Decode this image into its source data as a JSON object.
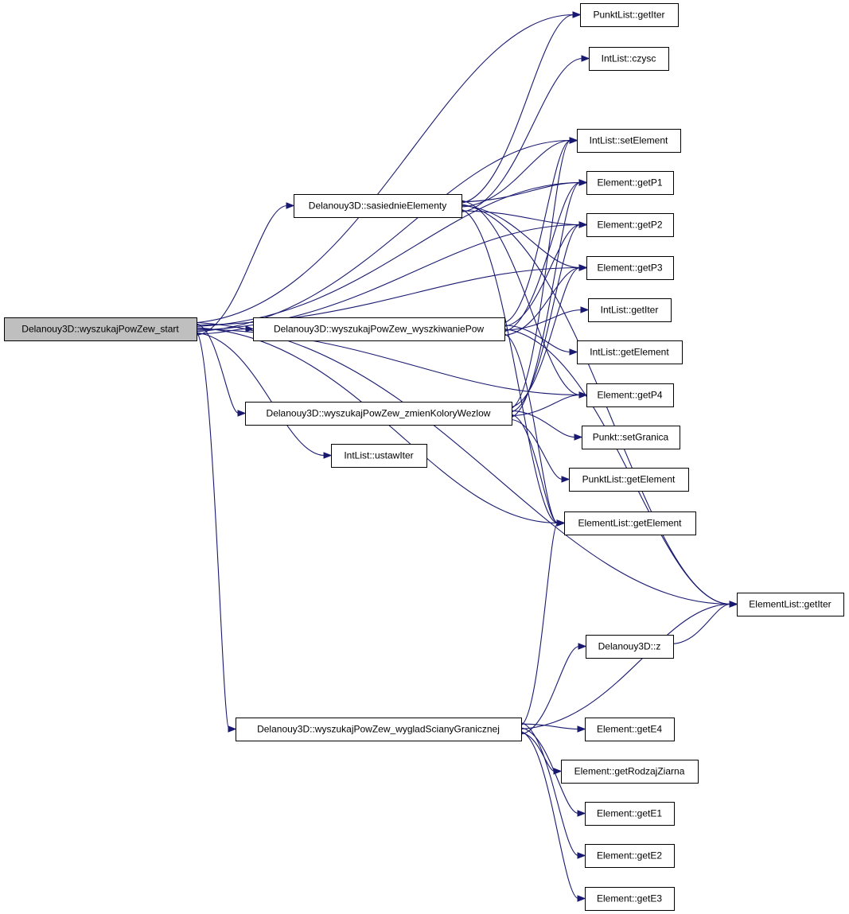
{
  "edge_color": "#191970",
  "root_fill": "#bfbfbf",
  "nodes": [
    {
      "id": "start",
      "label": "Delanouy3D::wyszukajPowZew_start",
      "root": true
    },
    {
      "id": "sasiednie",
      "label": "Delanouy3D::sasiednieElementy"
    },
    {
      "id": "wyszkiwanie",
      "label": "Delanouy3D::wyszukajPowZew_wyszkiwaniePow"
    },
    {
      "id": "zmien",
      "label": "Delanouy3D::wyszukajPowZew_zmienKoloryWezlow"
    },
    {
      "id": "ustawIter",
      "label": "IntList::ustawIter"
    },
    {
      "id": "wyglad",
      "label": "Delanouy3D::wyszukajPowZew_wygladScianyGranicznej"
    },
    {
      "id": "punktGetIter",
      "label": "PunktList::getIter"
    },
    {
      "id": "czysc",
      "label": "IntList::czysc"
    },
    {
      "id": "setElement",
      "label": "IntList::setElement"
    },
    {
      "id": "getP1",
      "label": "Element::getP1"
    },
    {
      "id": "getP2",
      "label": "Element::getP2"
    },
    {
      "id": "getP3",
      "label": "Element::getP3"
    },
    {
      "id": "intGetIter",
      "label": "IntList::getIter"
    },
    {
      "id": "intGetElement",
      "label": "IntList::getElement"
    },
    {
      "id": "getP4",
      "label": "Element::getP4"
    },
    {
      "id": "setGranica",
      "label": "Punkt::setGranica"
    },
    {
      "id": "punktGetElement",
      "label": "PunktList::getElement"
    },
    {
      "id": "elemListGetElement",
      "label": "ElementList::getElement"
    },
    {
      "id": "elemListGetIter",
      "label": "ElementList::getIter"
    },
    {
      "id": "z",
      "label": "Delanouy3D::z"
    },
    {
      "id": "getE4",
      "label": "Element::getE4"
    },
    {
      "id": "getRodzaj",
      "label": "Element::getRodzajZiarna"
    },
    {
      "id": "getE1",
      "label": "Element::getE1"
    },
    {
      "id": "getE2",
      "label": "Element::getE2"
    },
    {
      "id": "getE3",
      "label": "Element::getE3"
    }
  ],
  "edges": [
    [
      "start",
      "punktGetIter"
    ],
    [
      "start",
      "setElement"
    ],
    [
      "start",
      "getP1"
    ],
    [
      "start",
      "sasiednie"
    ],
    [
      "start",
      "getP2"
    ],
    [
      "start",
      "getP3"
    ],
    [
      "start",
      "wyszkiwanie"
    ],
    [
      "start",
      "getP4"
    ],
    [
      "start",
      "zmien"
    ],
    [
      "start",
      "ustawIter"
    ],
    [
      "start",
      "elemListGetElement"
    ],
    [
      "start",
      "elemListGetIter"
    ],
    [
      "start",
      "wyglad"
    ],
    [
      "sasiednie",
      "punktGetIter"
    ],
    [
      "sasiednie",
      "czysc"
    ],
    [
      "sasiednie",
      "setElement"
    ],
    [
      "sasiednie",
      "getP1"
    ],
    [
      "sasiednie",
      "getP2"
    ],
    [
      "sasiednie",
      "getP3"
    ],
    [
      "sasiednie",
      "getP4"
    ],
    [
      "sasiednie",
      "elemListGetElement"
    ],
    [
      "sasiednie",
      "elemListGetIter"
    ],
    [
      "wyszkiwanie",
      "setElement"
    ],
    [
      "wyszkiwanie",
      "getP1"
    ],
    [
      "wyszkiwanie",
      "getP2"
    ],
    [
      "wyszkiwanie",
      "getP3"
    ],
    [
      "wyszkiwanie",
      "intGetIter"
    ],
    [
      "wyszkiwanie",
      "intGetElement"
    ],
    [
      "wyszkiwanie",
      "elemListGetElement"
    ],
    [
      "wyszkiwanie",
      "elemListGetIter"
    ],
    [
      "zmien",
      "setElement"
    ],
    [
      "zmien",
      "getP1"
    ],
    [
      "zmien",
      "getP2"
    ],
    [
      "zmien",
      "getP3"
    ],
    [
      "zmien",
      "getP4"
    ],
    [
      "zmien",
      "setGranica"
    ],
    [
      "zmien",
      "punktGetElement"
    ],
    [
      "zmien",
      "elemListGetElement"
    ],
    [
      "wyglad",
      "elemListGetElement"
    ],
    [
      "wyglad",
      "z"
    ],
    [
      "wyglad",
      "elemListGetIter"
    ],
    [
      "wyglad",
      "getE4"
    ],
    [
      "wyglad",
      "getRodzaj"
    ],
    [
      "wyglad",
      "getE1"
    ],
    [
      "wyglad",
      "getE2"
    ],
    [
      "wyglad",
      "getE3"
    ],
    [
      "z",
      "elemListGetIter"
    ]
  ]
}
